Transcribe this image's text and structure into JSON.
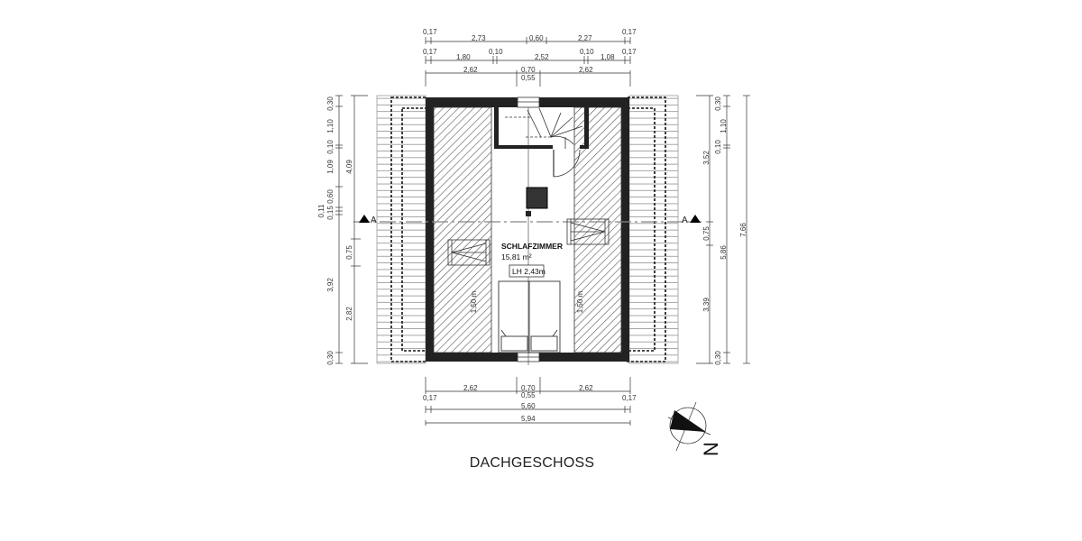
{
  "drawing": {
    "title": "DACHGESCHOSS",
    "room": {
      "name": "SCHLAFZIMMER",
      "area": "15,81 m²",
      "clear_height": "LH 2,43m"
    },
    "low_height_left": "1,50 m",
    "low_height_right": "1,50 m",
    "section_marker_left": "A",
    "section_marker_right": "A",
    "north_label": "N"
  },
  "dimensions": {
    "top_row1": [
      "0,17",
      "2,73",
      "0,60",
      "2,27",
      "0,17"
    ],
    "top_row2": [
      "0,17",
      "1,80",
      "0,10",
      "2,52",
      "0,10",
      "1,08",
      "0,17"
    ],
    "top_row3": [
      "2,62",
      "0,70",
      "0,55",
      "2,62"
    ],
    "bottom_row1": [
      "2,62",
      "0,70",
      "0,55",
      "2,62"
    ],
    "bottom_row2": [
      "0,17",
      "5,60",
      "0,17"
    ],
    "bottom_row3": [
      "5,94"
    ],
    "left_outer": [
      "0,30",
      "1,10",
      "0,10",
      "1,09",
      "0,60",
      "0,15",
      "0,11",
      "3,92",
      "0,30"
    ],
    "left_inner": [
      "4,09",
      "0,75",
      "2,82"
    ],
    "right_inner": [
      "3,52",
      "0,75",
      "3,39"
    ],
    "right_middle": [
      "0,30",
      "1,10",
      "0,10",
      "5,86",
      "0,30"
    ],
    "right_outer": [
      "7,66"
    ]
  }
}
